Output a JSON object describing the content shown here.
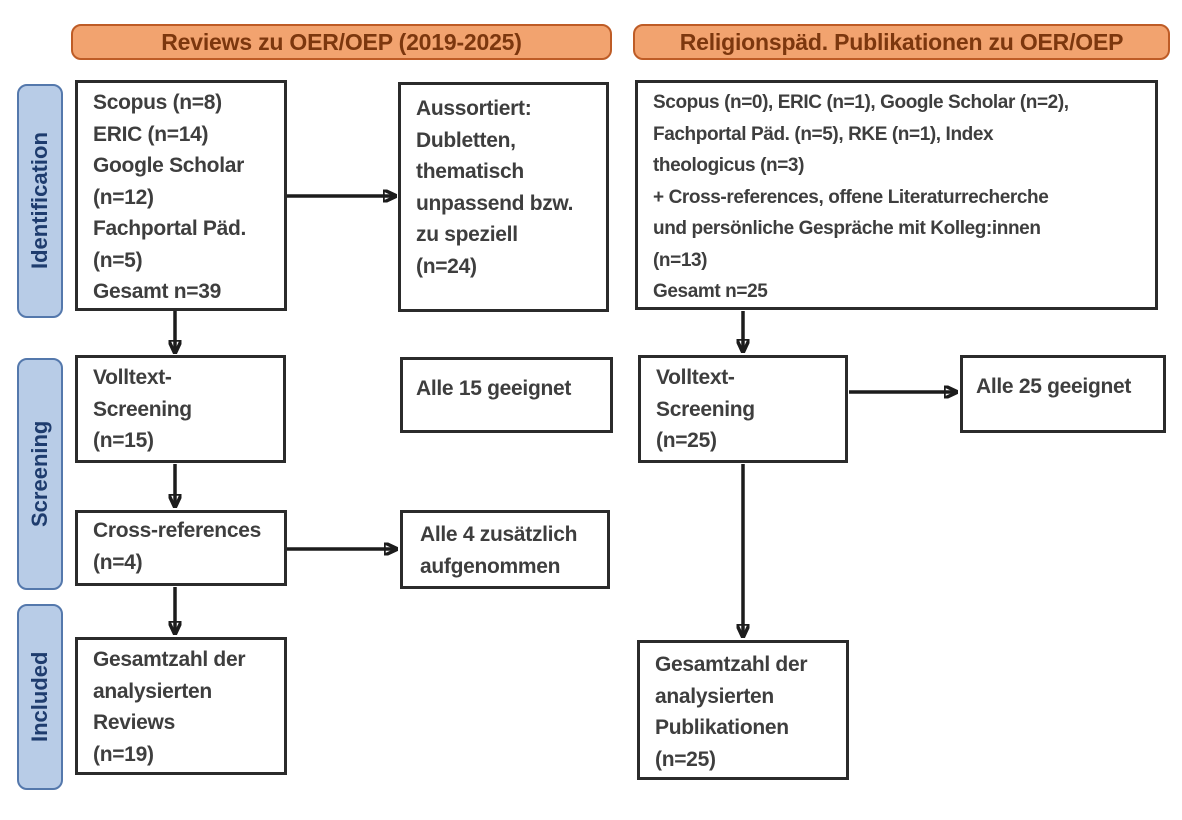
{
  "palette": {
    "header_fill": "#F2A36F",
    "header_border": "#BE5C26",
    "header_text": "#7C370E",
    "stage_fill": "#B8CCE7",
    "stage_border": "#5478AC",
    "stage_text": "#1E3C6E",
    "box_border": "#2B2B2B",
    "box_text": "#3E3E3E",
    "arrow": "#1C1C1C"
  },
  "headers": {
    "left": "Reviews zu OER/OEP (2019-2025)",
    "right": "Religionspäd. Publikationen zu OER/OEP"
  },
  "stages": {
    "identification": "Identification",
    "screening": "Screening",
    "included": "Included"
  },
  "left": {
    "sources": {
      "lines": [
        "Scopus (n=8)",
        "ERIC (n=14)",
        "Google Scholar",
        "(n=12)",
        "Fachportal Päd.",
        "(n=5)",
        "Gesamt n=39"
      ]
    },
    "aussortiert": {
      "lines": [
        "Aussortiert:",
        "Dubletten,",
        "thematisch",
        "unpassend bzw.",
        "zu speziell",
        "(n=24)"
      ]
    },
    "volltext": {
      "lines": [
        "Volltext-",
        "Screening",
        "(n=15)"
      ]
    },
    "alle_geeignet": "Alle 15 geeignet",
    "cross_references": {
      "lines": [
        "Cross-references",
        "(n=4)"
      ]
    },
    "alle_zusaetzlich": {
      "lines": [
        "Alle 4 zusätzlich",
        "aufgenommen"
      ]
    },
    "gesamt": {
      "lines": [
        "Gesamtzahl der",
        "analysierten",
        "Reviews",
        "(n=19)"
      ]
    }
  },
  "right": {
    "sources": {
      "lines": [
        "Scopus (n=0), ERIC (n=1), Google Scholar (n=2),",
        "Fachportal Päd. (n=5), RKE (n=1), Index",
        "theologicus (n=3)",
        "+ Cross-references, offene Literaturrecherche",
        "und persönliche Gespräche mit Kolleg:innen",
        "(n=13)",
        "Gesamt n=25"
      ]
    },
    "volltext": {
      "lines": [
        "Volltext-",
        "Screening",
        "(n=25)"
      ]
    },
    "alle_geeignet": "Alle 25 geeignet",
    "gesamt": {
      "lines": [
        "Gesamtzahl der",
        "analysierten",
        "Publikationen",
        "(n=25)"
      ]
    }
  }
}
